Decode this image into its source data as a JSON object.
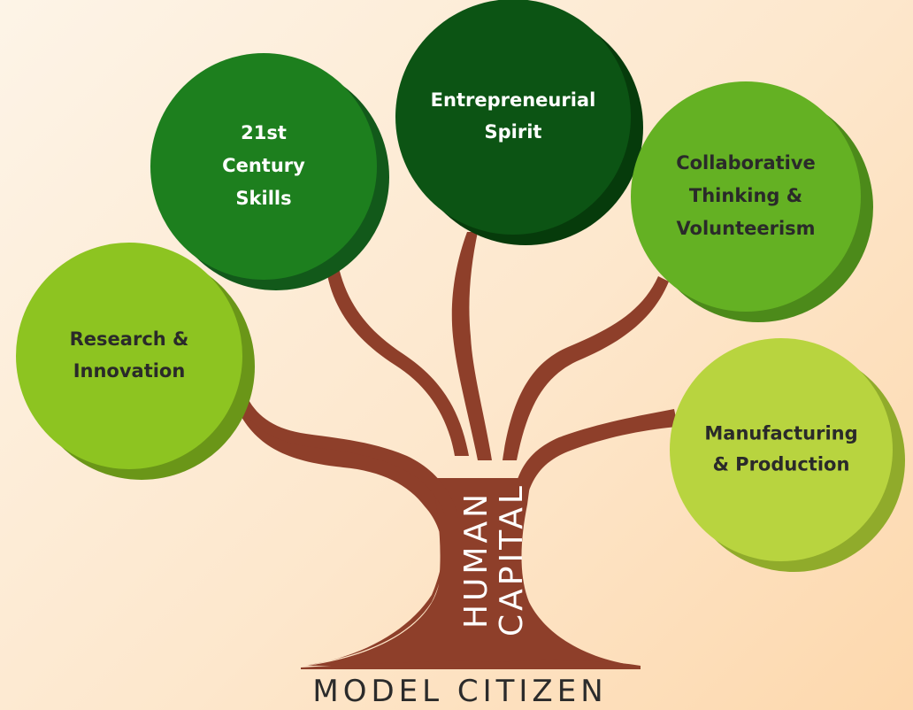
{
  "colors": {
    "tree": "#8e3f2a",
    "trunk_text": "#ffffff",
    "caption": "#2b2b2b"
  },
  "trunk": {
    "line1": "HUMAN",
    "line2": "CAPITAL"
  },
  "caption": "MODEL CITIZEN",
  "nodes": [
    {
      "id": "research",
      "lines": [
        "Research &",
        "Innovation"
      ],
      "fill": "#8dc421",
      "shade": "#6a9618",
      "text_color": "#2a2a2a"
    },
    {
      "id": "skills",
      "lines": [
        "21st",
        "Century",
        "Skills"
      ],
      "fill": "#1d7f1e",
      "shade": "#12591a",
      "text_color": "#ffffff"
    },
    {
      "id": "entrepreneurial",
      "lines": [
        "Entrepreneurial",
        "Spirit"
      ],
      "fill": "#0c5414",
      "shade": "#063b0b",
      "text_color": "#ffffff"
    },
    {
      "id": "collaborative",
      "lines": [
        "Collaborative",
        "Thinking &",
        "Volunteerism"
      ],
      "fill": "#64b123",
      "shade": "#4c8a1a",
      "text_color": "#2a2a2a"
    },
    {
      "id": "manufacturing",
      "lines": [
        "Manufacturing",
        "& Production"
      ],
      "fill": "#b8d43f",
      "shade": "#90ab2b",
      "text_color": "#2a2a2a"
    }
  ]
}
